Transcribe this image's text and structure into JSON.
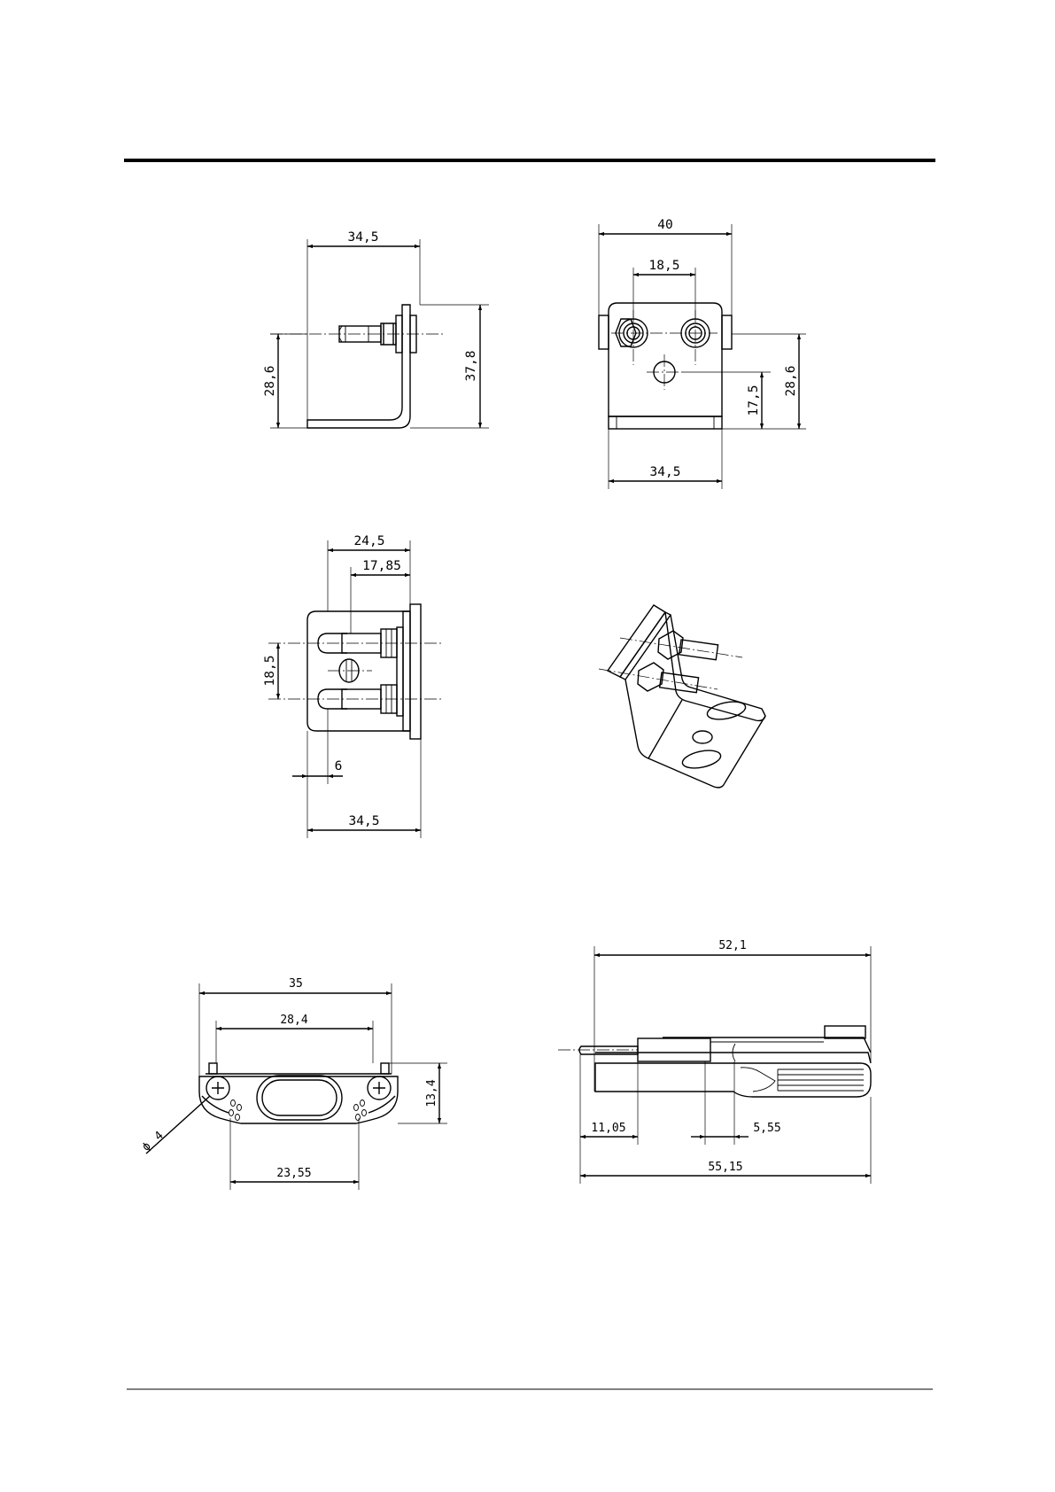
{
  "dimensions": {
    "side_view": {
      "width": "34,5",
      "height_total": "37,8",
      "height_axis": "28,6"
    },
    "front_view": {
      "width_total": "40",
      "bolt_spacing": "18,5",
      "hole_height": "17,5",
      "axis_height": "28,6",
      "base_width": "34,5"
    },
    "top_view": {
      "depth": "24,5",
      "bolt_offset": "17,85",
      "bolt_spacing": "18,5",
      "slot_offset": "6",
      "base_width": "34,5"
    },
    "connector_front": {
      "overall_width": "35",
      "flange_width": "28,4",
      "height": "13,4",
      "hole_spacing": "23,55",
      "hole_diameter": "4"
    },
    "connector_side": {
      "overall_length": "52,1",
      "pin_offset": "11,05",
      "shell_step": "5,55",
      "total_length": "55,15"
    }
  },
  "symbols": {
    "diameter": "ϕ"
  }
}
